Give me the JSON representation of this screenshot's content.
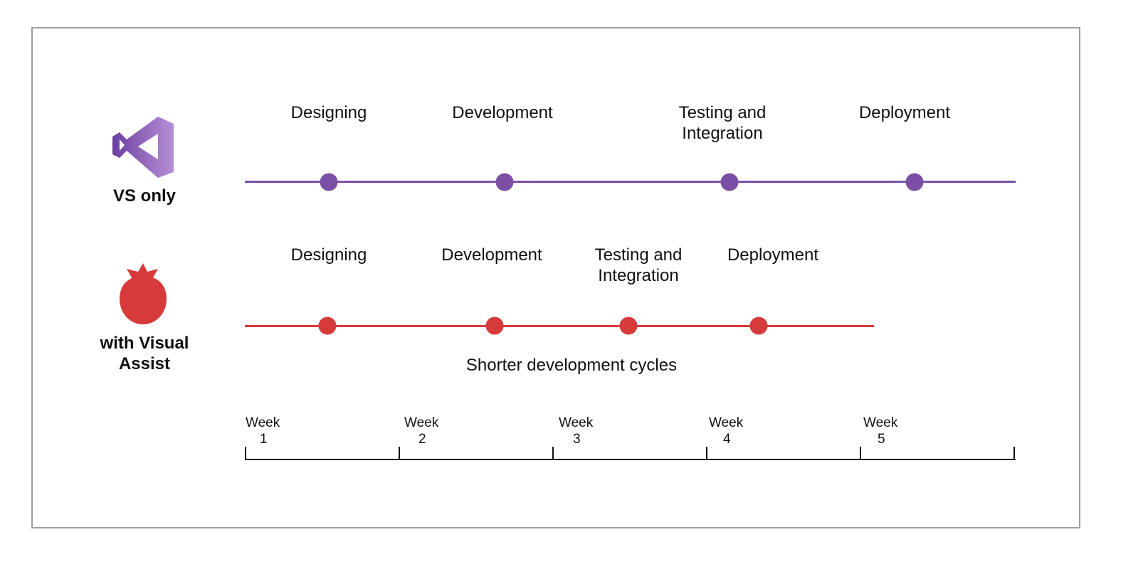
{
  "colors": {
    "vs": "#7c4fa6",
    "va": "#d63a3a",
    "frame": "#9e9e9e",
    "axis": "#111111"
  },
  "rows": {
    "vs": {
      "label": "VS only",
      "icon": "visual-studio-icon",
      "stages": [
        {
          "line1": "Designing",
          "line2": ""
        },
        {
          "line1": "Development",
          "line2": ""
        },
        {
          "line1": "Testing and",
          "line2": "Integration"
        },
        {
          "line1": "Deployment",
          "line2": ""
        }
      ]
    },
    "va": {
      "label_line1": "with Visual",
      "label_line2": "Assist",
      "icon": "tomato-icon",
      "stages": [
        {
          "line1": "Designing",
          "line2": ""
        },
        {
          "line1": "Development",
          "line2": ""
        },
        {
          "line1": "Testing and",
          "line2": "Integration"
        },
        {
          "line1": "Deployment",
          "line2": ""
        }
      ],
      "caption": "Shorter development cycles"
    }
  },
  "axis": {
    "weeks": [
      {
        "word": "Week",
        "num": "1"
      },
      {
        "word": "Week",
        "num": "2"
      },
      {
        "word": "Week",
        "num": "3"
      },
      {
        "word": "Week",
        "num": "4"
      },
      {
        "word": "Week",
        "num": "5"
      }
    ]
  }
}
